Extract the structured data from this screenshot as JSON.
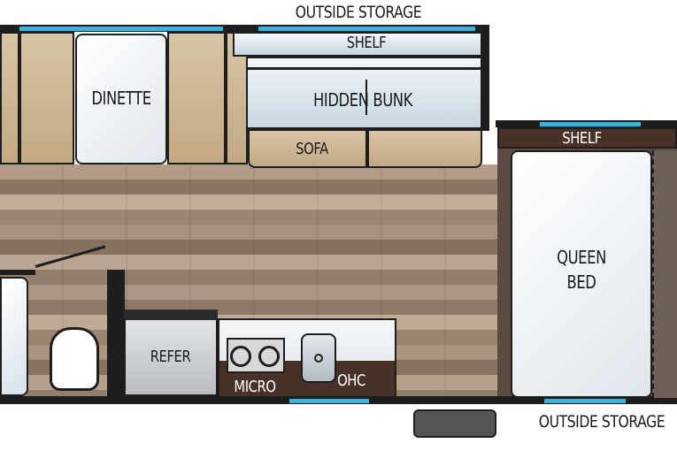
{
  "labels": {
    "outside_storage_top": "OUTSIDE STORAGE",
    "shelf_top": "SHELF",
    "dinette": "DINETTE",
    "hidden_bunk": "HIDDEN BUNK",
    "sofa": "SOFA",
    "shelf_right": "SHELF",
    "queen_bed": "QUEEN",
    "queen_bed_2": "BED",
    "refer": "REFER",
    "micro": "MICRO",
    "ohc": "OHC",
    "outside_storage_bottom": "OUTSIDE STORAGE"
  },
  "colors": {
    "wall": "#1e1e1e",
    "window": "#35b6e0",
    "cabinet_dark": "#4a3127",
    "cushion_tan": "#c2a983"
  }
}
